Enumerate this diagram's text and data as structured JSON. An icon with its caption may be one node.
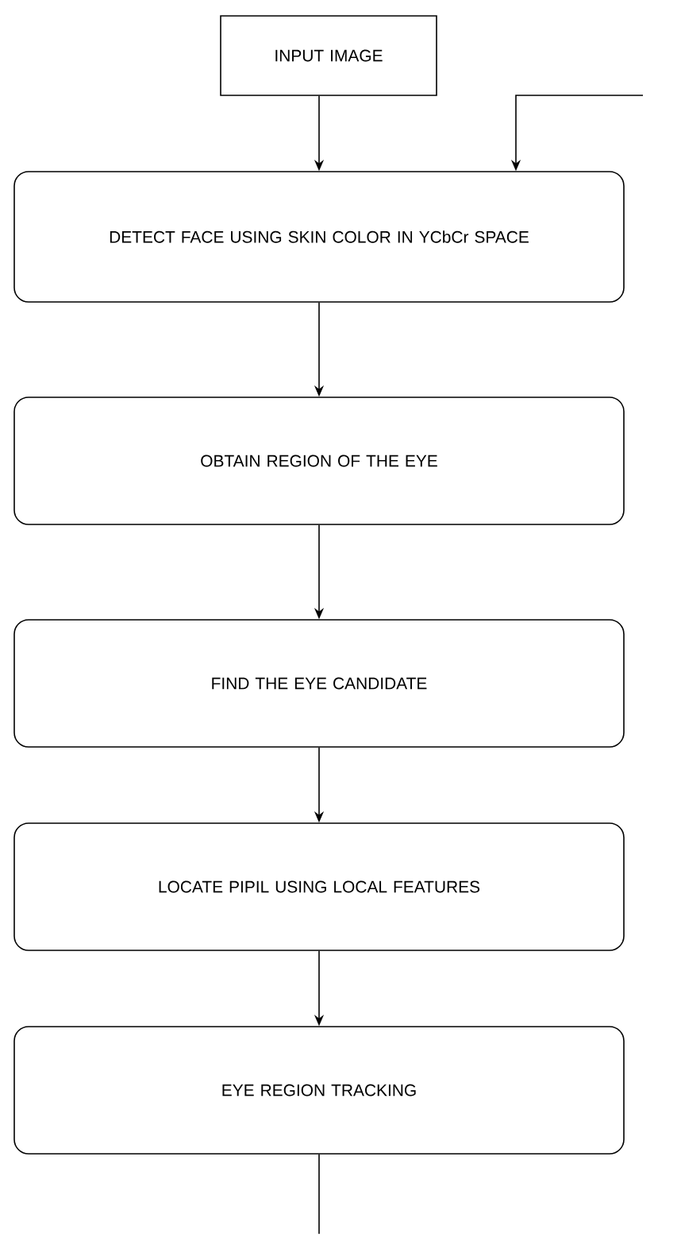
{
  "diagram": {
    "nodes": [
      {
        "text": [
          "INPUT IMAGE"
        ]
      },
      {
        "text": [
          "DETECT FACE USING SKIN COLOR IN YCbCr SPACE"
        ]
      },
      {
        "text": [
          "OBTAIN REGION OF THE EYE"
        ]
      },
      {
        "text": [
          "FIND THE EYE CANDIDATE"
        ]
      },
      {
        "text": [
          "LOCATE PIPIL USING LOCAL FEATURES"
        ]
      },
      {
        "text": [
          "EYE REGION TRACKING"
        ]
      }
    ],
    "edges": [
      {
        "from": 0,
        "to": 1,
        "arrow": "to"
      },
      {
        "from": 1,
        "to": 2,
        "arrow": "to"
      },
      {
        "from": 2,
        "to": 3,
        "arrow": "to"
      },
      {
        "from": 3,
        "to": 4,
        "arrow": "to"
      },
      {
        "from": 4,
        "to": 5,
        "arrow": "to"
      },
      {
        "from": 5,
        "to": null,
        "arrow": "none"
      },
      {
        "from": null,
        "to": 1,
        "arrow": "to"
      }
    ]
  }
}
